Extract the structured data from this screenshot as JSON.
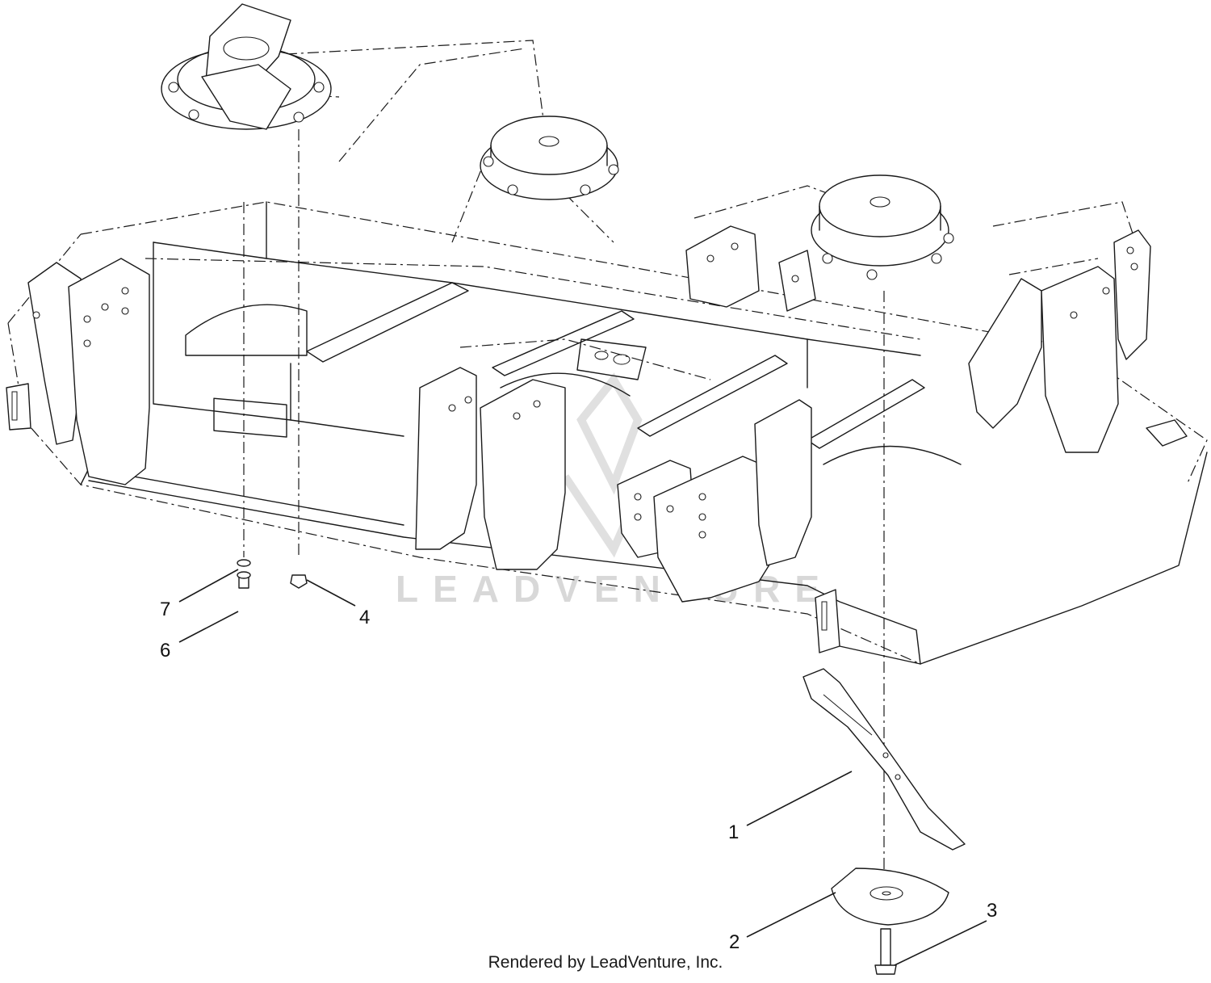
{
  "callouts": [
    {
      "id": "1",
      "label": "1"
    },
    {
      "id": "2",
      "label": "2"
    },
    {
      "id": "3",
      "label": "3"
    },
    {
      "id": "4",
      "label": "4"
    },
    {
      "id": "6",
      "label": "6"
    },
    {
      "id": "7",
      "label": "7"
    }
  ],
  "watermark": {
    "text": "LEADVENTURE"
  },
  "footer": {
    "text": "Rendered by LeadVenture, Inc."
  },
  "colors": {
    "line": "#1a1a1a",
    "background": "#ffffff",
    "watermark": "#d8d8d8"
  }
}
